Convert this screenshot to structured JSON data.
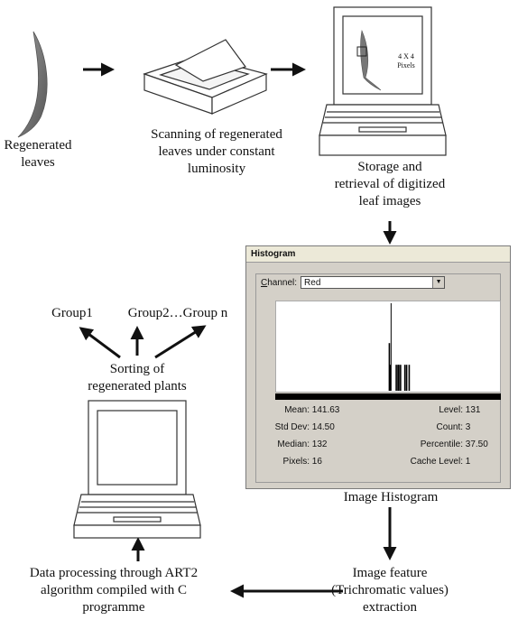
{
  "steps": {
    "regenerated_leaves": [
      "Regenerated",
      "leaves"
    ],
    "scanning": [
      "Scanning of regenerated",
      "leaves under constant",
      "luminosity"
    ],
    "storage": [
      "Storage and",
      "retrieval of digitized",
      "leaf images"
    ],
    "image_histogram": "Image Histogram",
    "feature_extraction": [
      "Image feature",
      "(Trichromatic values)",
      "extraction"
    ],
    "data_processing": [
      "Data processing through ART2",
      "algorithm compiled with C",
      "programme"
    ],
    "sorting": [
      "Sorting of",
      "regenerated plants"
    ],
    "groups": [
      "Group1",
      "Group2…Group n"
    ]
  },
  "screen_annotation": [
    "4 X 4",
    "Pixels"
  ],
  "histogram_window": {
    "title": "Histogram",
    "channel_label_underlined": "C",
    "channel_label_rest": "hannel:",
    "channel_value": "Red",
    "stats_left": [
      {
        "label": "Mean:",
        "value": "141.63"
      },
      {
        "label": "Std Dev:",
        "value": "14.50"
      },
      {
        "label": "Median:",
        "value": "132"
      },
      {
        "label": "Pixels:",
        "value": "16"
      }
    ],
    "stats_right": [
      {
        "label": "Level:",
        "value": "131"
      },
      {
        "label": "Count:",
        "value": "3"
      },
      {
        "label": "Percentile:",
        "value": "37.50"
      },
      {
        "label": "Cache Level:",
        "value": "1"
      }
    ]
  },
  "histogram_data": {
    "cursor_level": 131,
    "bars": [
      {
        "level": 129,
        "height": 0.55
      },
      {
        "level": 130,
        "height": 0.3
      },
      {
        "level": 137,
        "height": 0.3
      },
      {
        "level": 139,
        "height": 0.3
      },
      {
        "level": 140,
        "height": 0.3
      },
      {
        "level": 142,
        "height": 0.3
      },
      {
        "level": 147,
        "height": 0.3
      },
      {
        "level": 149,
        "height": 0.3
      },
      {
        "level": 152,
        "height": 0.3
      }
    ]
  },
  "colors": {
    "ink": "#111111",
    "window": "#d4d0c8",
    "leaf": "#7a7a7a"
  }
}
